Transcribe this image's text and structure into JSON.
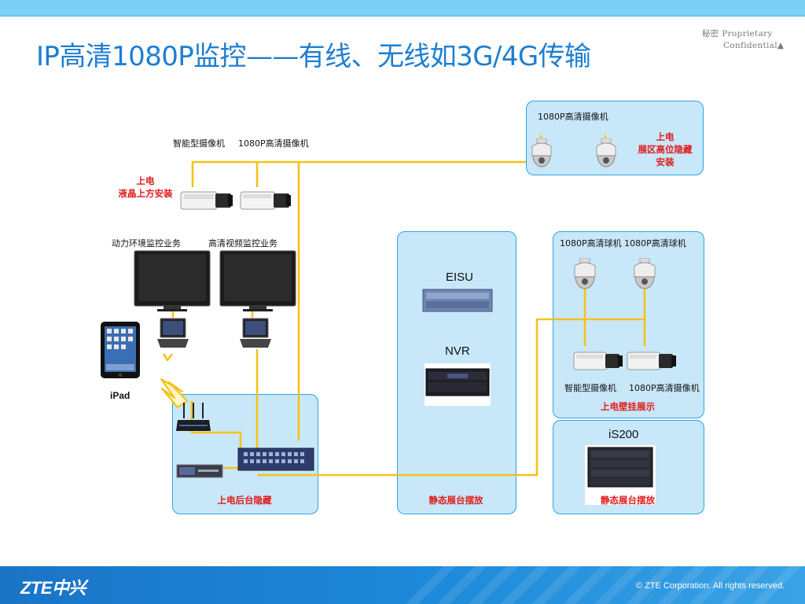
{
  "header": {
    "confidential_line1": "秘密  Proprietary",
    "confidential_line2": "Confidential▲",
    "title": "IP高清1080P监控——有线、无线如3G/4G传输"
  },
  "left_area": {
    "camera_label_smart": "智能型摄像机",
    "camera_label_hd": "1080P高清摄像机",
    "power_note_line1": "上电",
    "power_note_line2": "液晶上方安装",
    "monitor_label_env": "动力环境监控业务",
    "monitor_label_video": "高清视频监控业务",
    "ipad_label": "iPad"
  },
  "panel_top_right": {
    "title": "1080P高清摄像机",
    "note_line1": "上电",
    "note_line2": "展区高位隐藏",
    "note_line3": "安装"
  },
  "panel_backroom": {
    "note": "上电后台隐藏"
  },
  "panel_center": {
    "device1": "EISU",
    "device2": "NVR",
    "note": "静态展台摆放"
  },
  "panel_right_mid": {
    "dome_labels": "1080P高清球机 1080P高清球机",
    "cam_label_smart": "智能型摄像机",
    "cam_label_hd": "1080P高清摄像机",
    "note": "上电壁挂展示"
  },
  "panel_right_bottom": {
    "device": "iS200",
    "note": "静态展台摆放"
  },
  "footer": {
    "logo": "ZTE中兴",
    "copyright": "© ZTE Corporation. All rights reserved."
  },
  "colors": {
    "title_blue": "#1d7ed2",
    "panel_fill": "#c8e7f8",
    "panel_border": "#2aa6e4",
    "cable_yellow": "#f5c21b",
    "note_red": "#e01c1c",
    "footer_blue": "#1a74c6"
  }
}
